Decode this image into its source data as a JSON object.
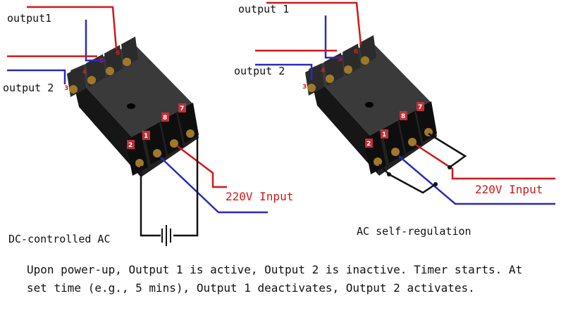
{
  "left_diagram": {
    "output1_label": "output1",
    "output2_label": "output 2",
    "input_label": "220V Input",
    "mode_label": "DC-controlled AC",
    "top_pins": [
      "3",
      "4",
      "5",
      "6"
    ],
    "front_pins": [
      "2",
      "1",
      "8",
      "7"
    ]
  },
  "right_diagram": {
    "output1_label": "output 1",
    "output2_label": "output 2",
    "input_label": "220V Input",
    "mode_label": "AC self-regulation",
    "top_pins": [
      "3",
      "4",
      "5",
      "6"
    ],
    "front_pins": [
      "2",
      "1",
      "8",
      "7"
    ]
  },
  "caption": "Upon power-up, Output 1 is active, Output 2 is inactive. Timer starts. At set time (e.g., 5 mins), Output 1 deactivates, Output 2 activates.",
  "colors": {
    "wire_red": "#d01818",
    "wire_blue": "#2a2ab8",
    "wire_black": "#111111",
    "socket_body": "#1c1c1c"
  }
}
